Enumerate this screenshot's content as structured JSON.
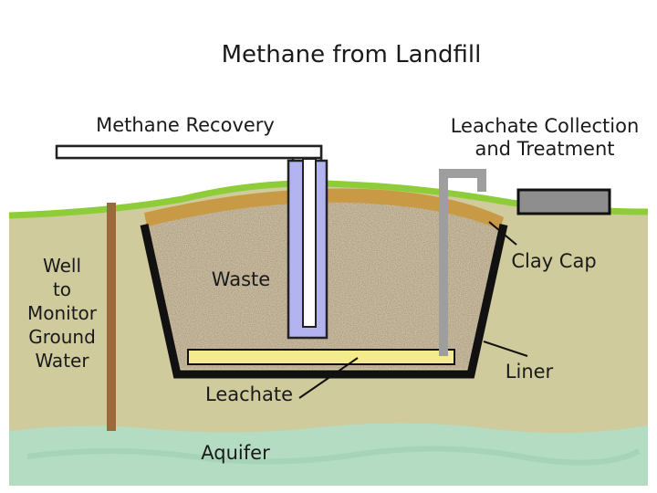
{
  "title": "Methane from Landfill",
  "labels": {
    "methane_recovery": "Methane Recovery",
    "leachate_collection_line1": "Leachate Collection",
    "leachate_collection_line2": "and Treatment",
    "clay_cap": "Clay Cap",
    "waste": "Waste",
    "liner": "Liner",
    "leachate": "Leachate",
    "aquifer": "Aquifer",
    "well_line1": "Well",
    "well_line2": "to",
    "well_line3": "Monitor",
    "well_line4": "Ground",
    "well_line5": "Water"
  },
  "colors": {
    "soil": "#cfcb9c",
    "grass": "#8fcc3a",
    "clay": "#c99a45",
    "waste": "#c9bca2",
    "pipe_methane": "#b3b3f2",
    "pipe_leachate": "#9e9e9e",
    "leachate_layer": "#f4ec8c",
    "aquifer": "#b3dcc2",
    "well_pipe": "#9c6a3a",
    "liner": "#111111"
  }
}
